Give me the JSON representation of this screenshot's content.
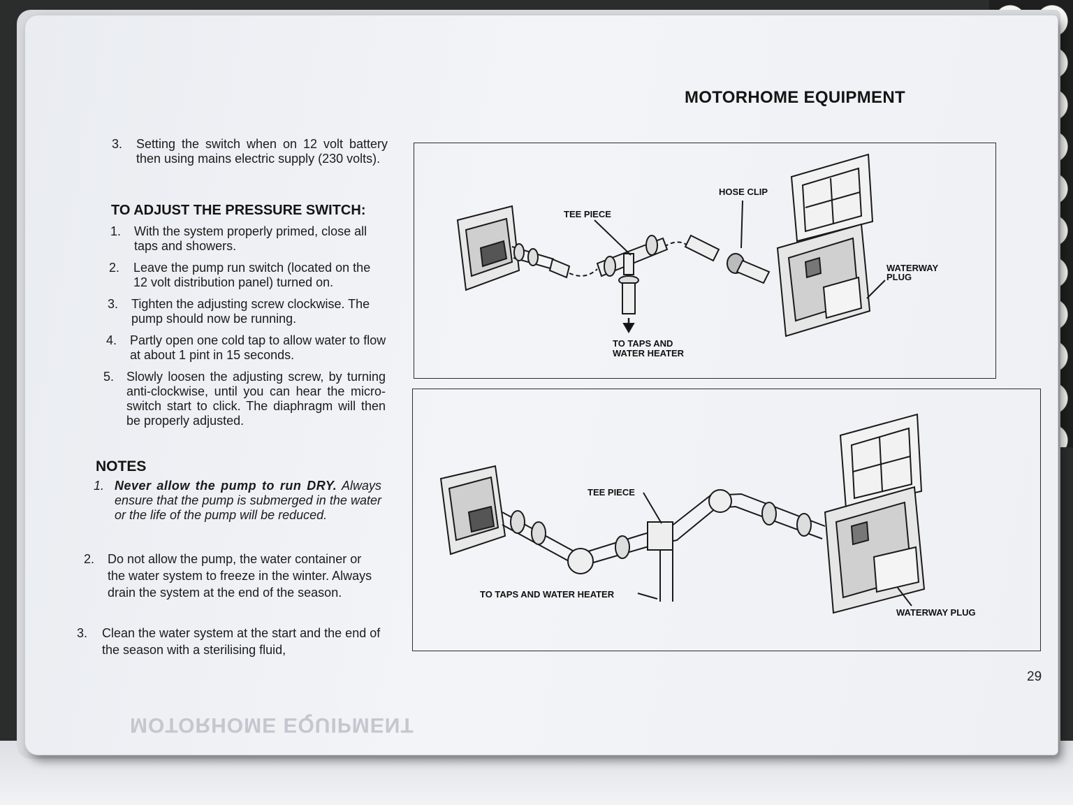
{
  "header": "MOTORHOME EQUIPMENT",
  "page_number": "29",
  "intro_item": {
    "num": "3.",
    "text": "Setting the switch when on 12 volt battery then using mains electric supply (230 volts)."
  },
  "pressure_section": {
    "heading": "TO ADJUST THE PRESSURE SWITCH:",
    "items": [
      {
        "num": "1.",
        "text": "With the system properly primed, close all taps and showers."
      },
      {
        "num": "2.",
        "text": "Leave the pump run switch (located on the 12 volt distribution panel) turned on."
      },
      {
        "num": "3.",
        "text": "Tighten the adjusting screw clockwise. The pump should now be running."
      },
      {
        "num": "4.",
        "text": "Partly open one cold tap to allow water to flow at about 1 pint in 15 seconds."
      },
      {
        "num": "5.",
        "text": "Slowly loosen the adjusting screw, by turning anti-clockwise, until you can hear the micro-switch start to click. The diaphragm will then be properly adjusted."
      }
    ]
  },
  "notes": {
    "heading": "NOTES",
    "items": [
      {
        "num": "1.",
        "bold": "Never allow the pump to run DRY.",
        "text": "Always ensure that the pump is submerged in the water or the life of the pump will be reduced."
      },
      {
        "num": "2.",
        "text": "Do not allow the pump, the water container or the water system to freeze in the winter. Always drain the system at the end of the season."
      },
      {
        "num": "3.",
        "text": "Clean the water system at the start and the end of the season with a sterilising fluid,"
      }
    ]
  },
  "figure1": {
    "tee_piece": "TEE PIECE",
    "hose_clip": "HOSE CLIP",
    "waterway_plug_line1": "WATERWAY",
    "waterway_plug_line2": "PLUG",
    "taps_line1": "TO TAPS AND",
    "taps_line2": "WATER HEATER"
  },
  "figure2": {
    "tee_piece": "TEE PIECE",
    "taps": "TO TAPS AND WATER HEATER",
    "waterway_plug": "WATERWAY PLUG"
  },
  "ghost_text": "MOTORHOME EQUIPMENT"
}
